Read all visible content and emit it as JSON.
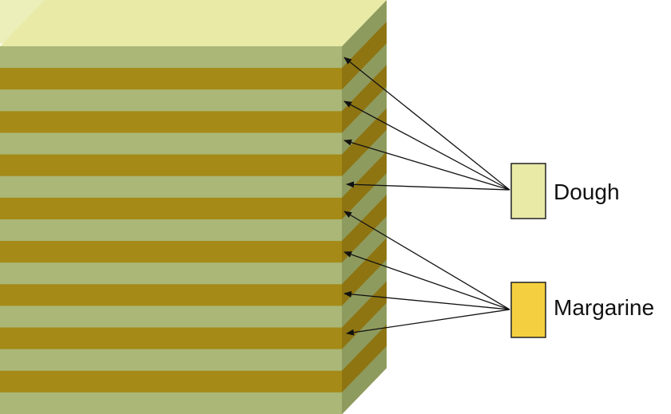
{
  "diagram": {
    "legend": [
      {
        "key": "dough",
        "label": "Dough",
        "color": "#e9eaa6"
      },
      {
        "key": "margarine",
        "label": "Margarine",
        "color": "#f4cf3f"
      }
    ],
    "colors": {
      "dough_layer_front": "#aab777",
      "margarine_layer_front": "#a58a17",
      "dough_layer_side": "#8e9b5e",
      "margarine_layer_side": "#8e7512",
      "top_face": "#e9eaa6",
      "background_wedge": "#ecefb9",
      "arrow": "#111111"
    },
    "layer_count": 17
  }
}
